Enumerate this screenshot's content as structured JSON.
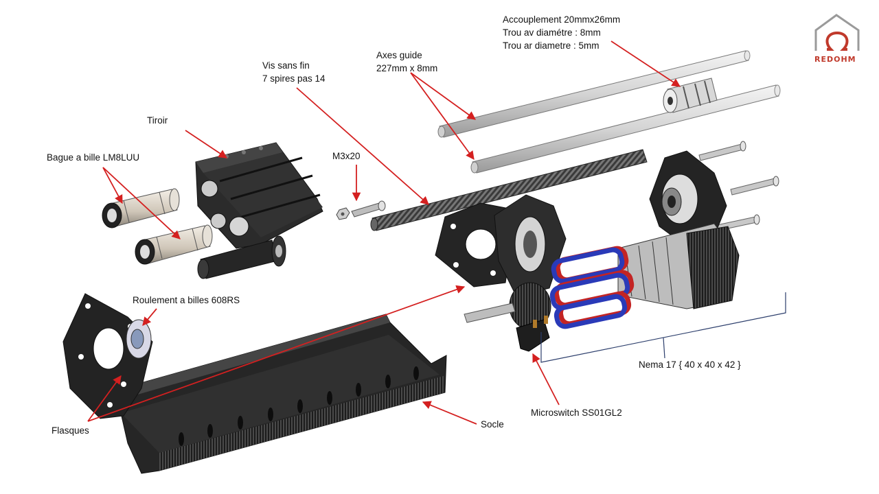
{
  "colors": {
    "part": "#2a2a2a",
    "part_dark": "#141414",
    "rod": "#dcdcdc",
    "arrow": "#d42020",
    "bracket": "#2b3d6b",
    "coil_red": "#c32424",
    "coil_blue": "#2a3ab8",
    "logo": "#c0392b"
  },
  "logo": {
    "text": "REDOHM",
    "icon": "house-omega-logo-icon"
  },
  "labels": {
    "accouplement": [
      "Accouplement 20mmx26mm",
      "Trou av diamétre : 8mm",
      "Trou ar diametre : 5mm"
    ],
    "axes": [
      "Axes guide",
      "227mm x 8mm"
    ],
    "vis": [
      "Vis sans fin",
      "7 spires pas 14"
    ],
    "tiroir": "Tiroir",
    "bague": "Bague a bille LM8LUU",
    "m3": "M3x20",
    "roulement": "Roulement a billes 608RS",
    "nema": "Nema 17  { 40 x 40 x 42 }",
    "microswitch": "Microswitch SS01GL2",
    "socle": "Socle",
    "flasques": "Flasques"
  }
}
